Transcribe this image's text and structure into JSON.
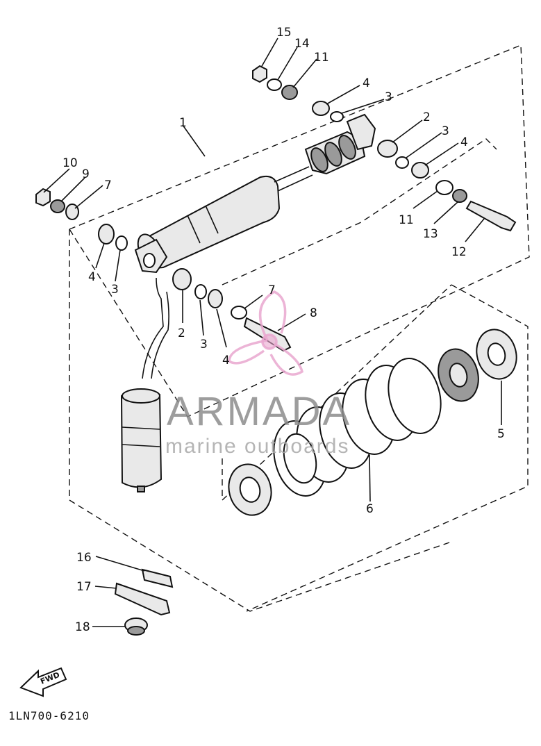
{
  "diagram": {
    "callouts": [
      {
        "id": "c1",
        "label": "1"
      },
      {
        "id": "c2a",
        "label": "2"
      },
      {
        "id": "c2b",
        "label": "2"
      },
      {
        "id": "c3a",
        "label": "3"
      },
      {
        "id": "c3b",
        "label": "3"
      },
      {
        "id": "c3c",
        "label": "3"
      },
      {
        "id": "c3d",
        "label": "3"
      },
      {
        "id": "c4a",
        "label": "4"
      },
      {
        "id": "c4b",
        "label": "4"
      },
      {
        "id": "c4c",
        "label": "4"
      },
      {
        "id": "c4d",
        "label": "4"
      },
      {
        "id": "c5",
        "label": "5"
      },
      {
        "id": "c6",
        "label": "6"
      },
      {
        "id": "c7a",
        "label": "7"
      },
      {
        "id": "c7b",
        "label": "7"
      },
      {
        "id": "c8",
        "label": "8"
      },
      {
        "id": "c9",
        "label": "9"
      },
      {
        "id": "c10",
        "label": "10"
      },
      {
        "id": "c11a",
        "label": "11"
      },
      {
        "id": "c11b",
        "label": "11"
      },
      {
        "id": "c12",
        "label": "12"
      },
      {
        "id": "c13",
        "label": "13"
      },
      {
        "id": "c14",
        "label": "14"
      },
      {
        "id": "c15",
        "label": "15"
      },
      {
        "id": "c16",
        "label": "16"
      },
      {
        "id": "c17",
        "label": "17"
      },
      {
        "id": "c18",
        "label": "18"
      }
    ],
    "diagram_code": "1LN700-6210",
    "fwd_label": "FWD"
  },
  "watermark": {
    "brand": "ARMADA",
    "tagline": "marine outboards"
  },
  "colors": {
    "ink": "#111111",
    "watermark_logo": "#e9a7cf",
    "watermark_text": "#8c8c8c"
  }
}
